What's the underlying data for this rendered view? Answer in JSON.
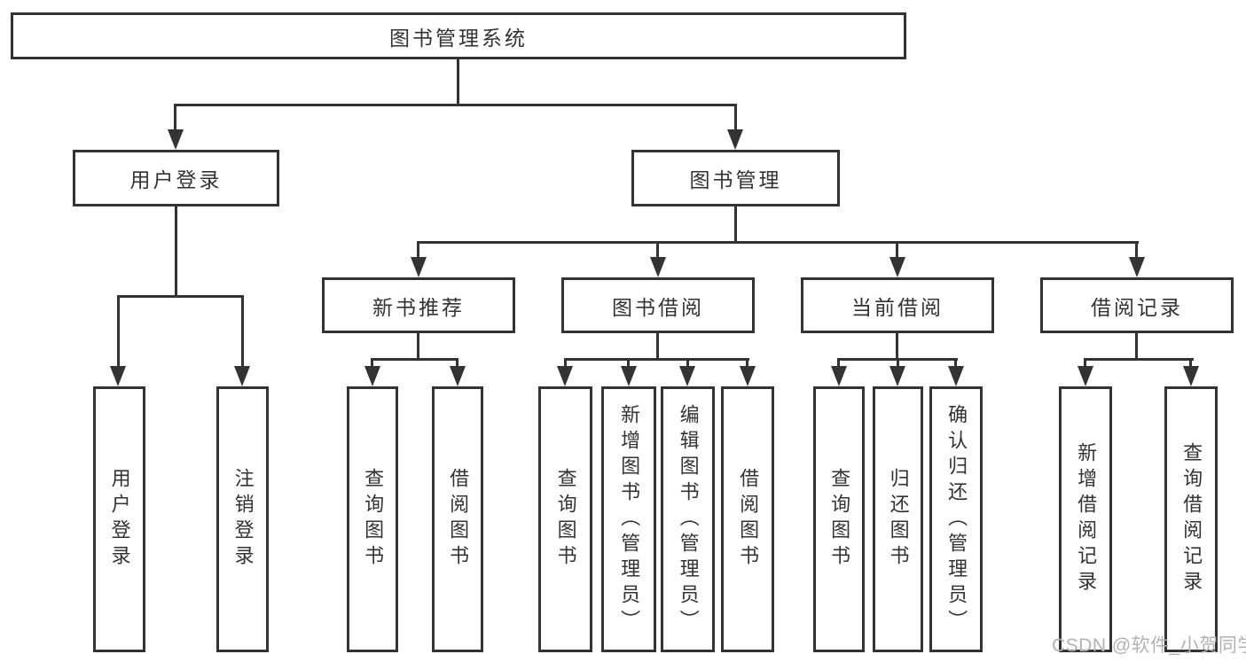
{
  "diagram": {
    "type": "tree",
    "colors": {
      "line": "#333333",
      "text": "#333333",
      "background": "#ffffff",
      "watermark": "#b2b2b2"
    },
    "root": {
      "label": "图书管理系统",
      "children": [
        {
          "label": "用户登录",
          "children": [
            {
              "label": "用户登录"
            },
            {
              "label": "注销登录"
            }
          ]
        },
        {
          "label": "图书管理",
          "children": [
            {
              "label": "新书推荐",
              "children": [
                {
                  "label": "查询图书"
                },
                {
                  "label": "借阅图书"
                }
              ]
            },
            {
              "label": "图书借阅",
              "children": [
                {
                  "label": "查询图书"
                },
                {
                  "label": "新增图书（管理员）"
                },
                {
                  "label": "编辑图书（管理员）"
                },
                {
                  "label": "借阅图书"
                }
              ]
            },
            {
              "label": "当前借阅",
              "children": [
                {
                  "label": "查询图书"
                },
                {
                  "label": "归还图书"
                },
                {
                  "label": "确认归还（管理员）"
                }
              ]
            },
            {
              "label": "借阅记录",
              "children": [
                {
                  "label": "新增借阅记录"
                },
                {
                  "label": "查询借阅记录"
                }
              ]
            }
          ]
        }
      ]
    },
    "watermark": "CSDN @软件_小贺同学"
  }
}
